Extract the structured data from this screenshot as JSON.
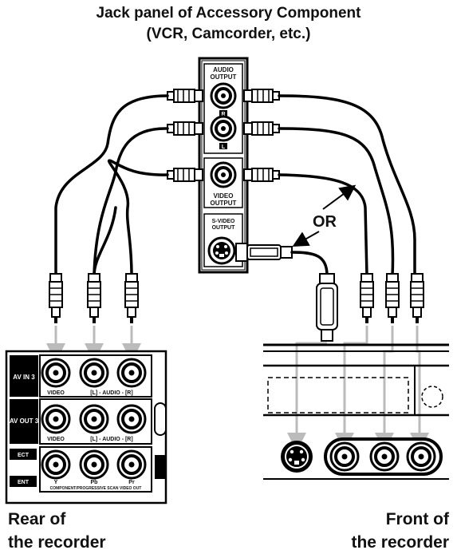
{
  "title": {
    "line1": "Jack panel of Accessory Component",
    "line2": "(VCR, Camcorder, etc.)"
  },
  "accessory_panel": {
    "audio_output_l1": "AUDIO",
    "audio_output_l2": "OUTPUT",
    "jack_r": "R",
    "jack_l": "L",
    "video_output_l1": "VIDEO",
    "video_output_l2": "OUTPUT",
    "svideo_output_l1": "S-VIDEO",
    "svideo_output_l2": "OUTPUT"
  },
  "or_label": "OR",
  "rear_panel": {
    "row1_label": "AV IN 3",
    "row2_label": "AV OUT 3",
    "row3_label": "ECT",
    "row4_label": "ENT",
    "row1_sub": "VIDEO",
    "row1_audio": "[L] - AUDIO - [R]",
    "row2_sub": "VIDEO",
    "row2_audio": "[L] - AUDIO - [R]",
    "row3_sub": "COMPONENT/PROGRESSIVE SCAN VIDEO OUT",
    "row3_y": "Y",
    "row3_pb": "Pb",
    "row3_pr": "Pr"
  },
  "captions": {
    "rear_line1": "Rear of",
    "rear_line2": "the recorder",
    "front_line1": "Front of",
    "front_line2": "the recorder"
  }
}
